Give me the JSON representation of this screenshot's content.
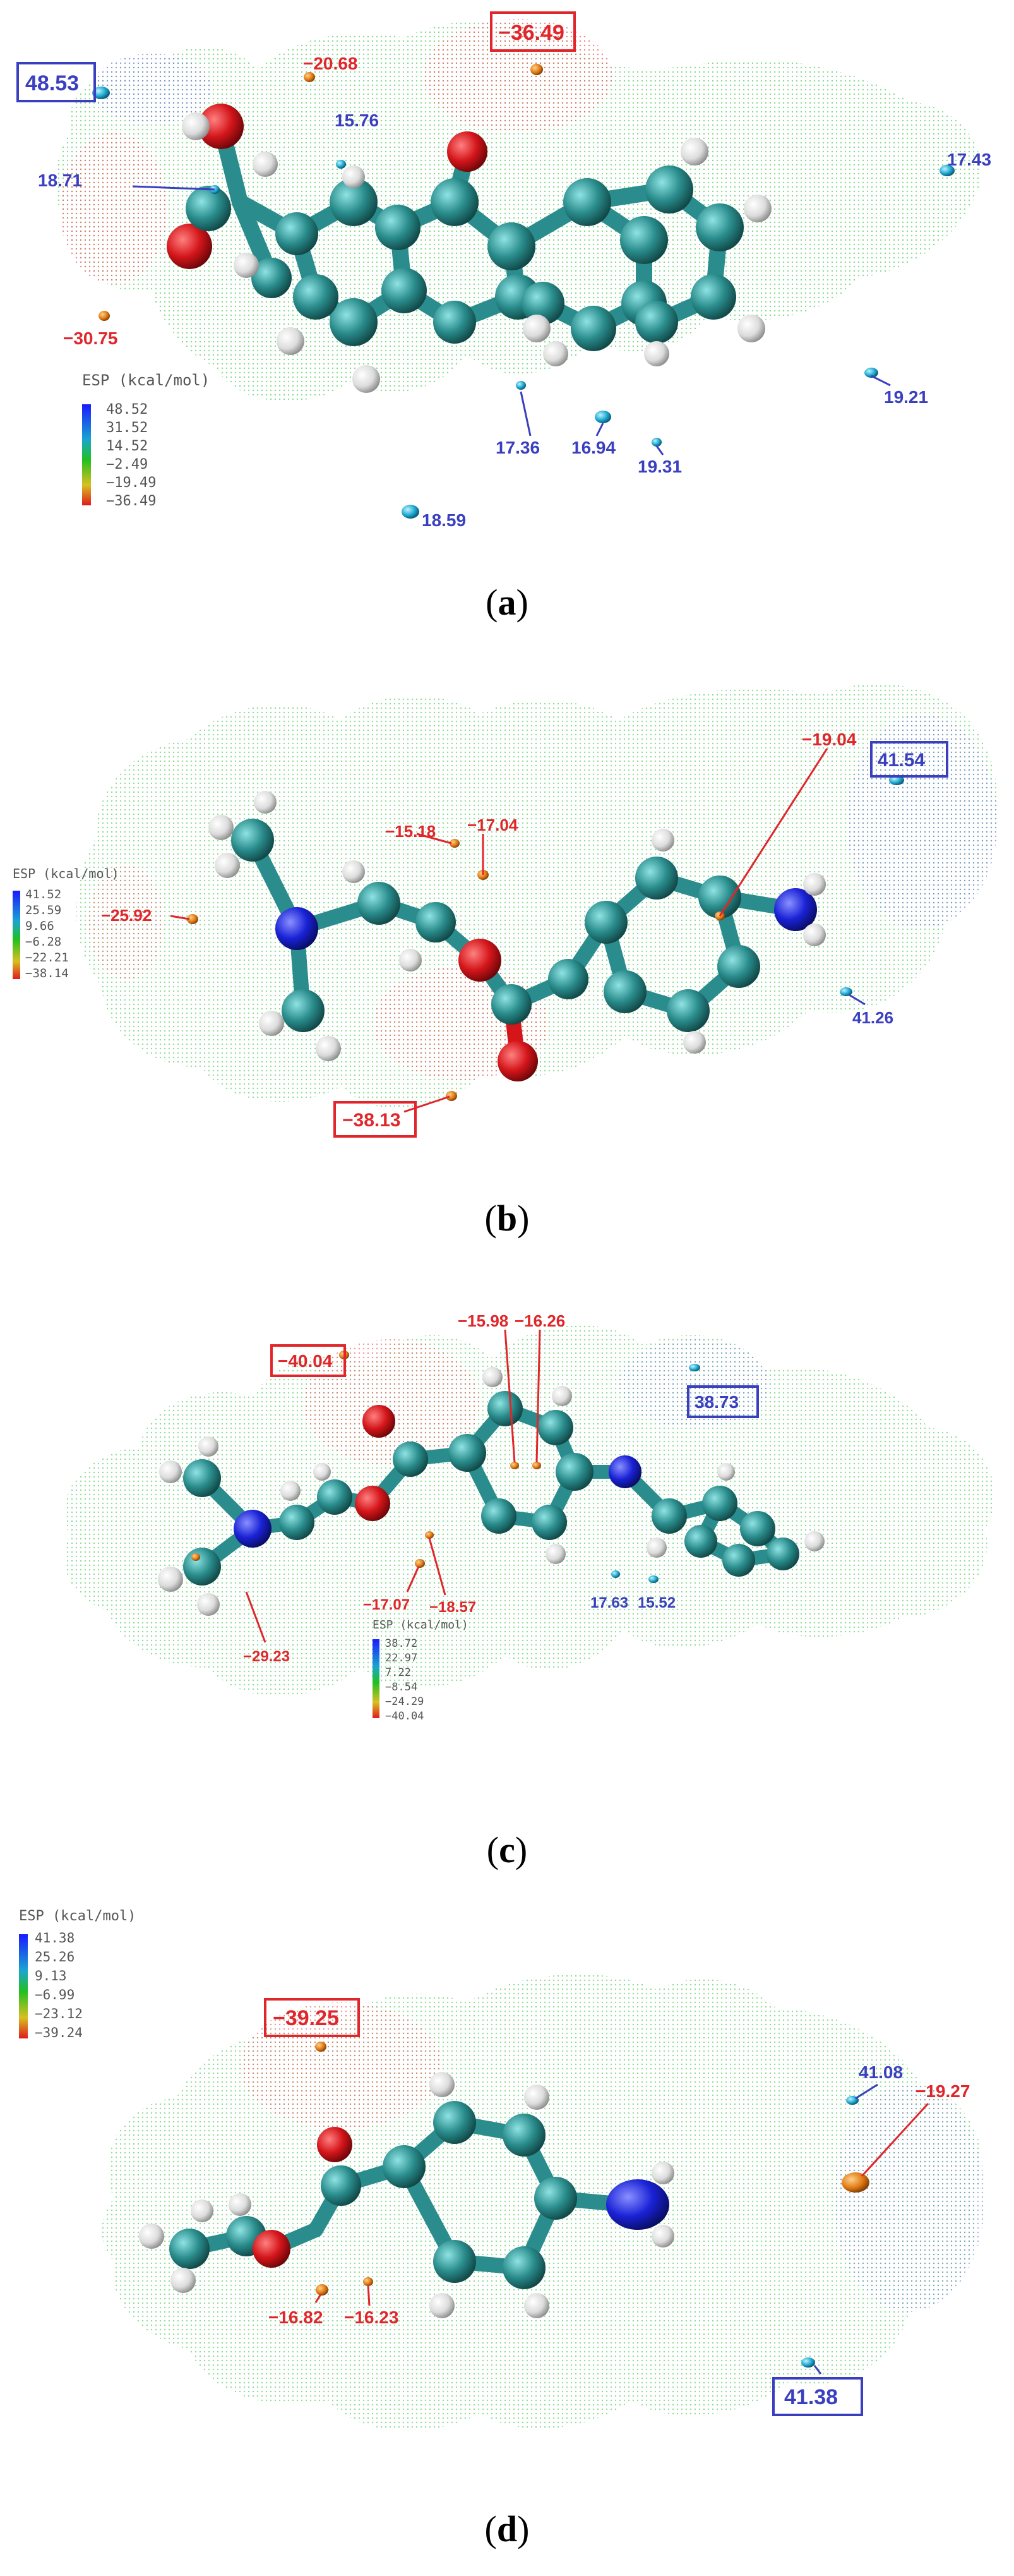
{
  "legend_title": "ESP (kcal/mol)",
  "colors": {
    "blue_label": "#3a3fbf",
    "red_label": "#e0262a",
    "carbon": "#2a8c8c",
    "oxygen": "#d4161b",
    "nitrogen": "#1a22d6",
    "hydrogen": "#e6e6e6"
  },
  "panels": [
    {
      "label": "a",
      "legend_ticks": [
        "48.52",
        "31.52",
        "14.52",
        "−2.49",
        "−19.49",
        "−36.49"
      ],
      "extrema": [
        {
          "text": "48.53",
          "kind": "max",
          "boxed": true
        },
        {
          "text": "−36.49",
          "kind": "min",
          "boxed": true
        },
        {
          "text": "−20.68",
          "kind": "min",
          "boxed": false
        },
        {
          "text": "15.76",
          "kind": "max",
          "boxed": false
        },
        {
          "text": "18.71",
          "kind": "max",
          "boxed": false
        },
        {
          "text": "17.43",
          "kind": "max",
          "boxed": false
        },
        {
          "text": "−30.75",
          "kind": "min",
          "boxed": false
        },
        {
          "text": "19.21",
          "kind": "max",
          "boxed": false
        },
        {
          "text": "17.36",
          "kind": "max",
          "boxed": false
        },
        {
          "text": "16.94",
          "kind": "max",
          "boxed": false
        },
        {
          "text": "19.31",
          "kind": "max",
          "boxed": false
        },
        {
          "text": "18.59",
          "kind": "max",
          "boxed": false
        }
      ]
    },
    {
      "label": "b",
      "legend_ticks": [
        "41.52",
        "25.59",
        "9.66",
        "−6.28",
        "−22.21",
        "−38.14"
      ],
      "extrema": [
        {
          "text": "−19.04",
          "kind": "min",
          "boxed": false
        },
        {
          "text": "41.54",
          "kind": "max",
          "boxed": true
        },
        {
          "text": "−15.18",
          "kind": "min",
          "boxed": false
        },
        {
          "text": "−17.04",
          "kind": "min",
          "boxed": false
        },
        {
          "text": "−25.92",
          "kind": "min",
          "boxed": false
        },
        {
          "text": "41.26",
          "kind": "max",
          "boxed": false
        },
        {
          "text": "−38.13",
          "kind": "min",
          "boxed": true
        }
      ]
    },
    {
      "label": "c",
      "legend_ticks": [
        "38.72",
        "22.97",
        "7.22",
        "−8.54",
        "−24.29",
        "−40.04"
      ],
      "extrema": [
        {
          "text": "−15.98",
          "kind": "min",
          "boxed": false
        },
        {
          "text": "−16.26",
          "kind": "min",
          "boxed": false
        },
        {
          "text": "−40.04",
          "kind": "min",
          "boxed": true
        },
        {
          "text": "38.73",
          "kind": "max",
          "boxed": true
        },
        {
          "text": "−17.07",
          "kind": "min",
          "boxed": false
        },
        {
          "text": "−18.57",
          "kind": "min",
          "boxed": false
        },
        {
          "text": "17.63",
          "kind": "max",
          "boxed": false
        },
        {
          "text": "15.52",
          "kind": "max",
          "boxed": false
        },
        {
          "text": "−29.23",
          "kind": "min",
          "boxed": false
        }
      ]
    },
    {
      "label": "d",
      "legend_ticks": [
        "41.38",
        "25.26",
        "9.13",
        "−6.99",
        "−23.12",
        "−39.24"
      ],
      "extrema": [
        {
          "text": "−39.25",
          "kind": "min",
          "boxed": true
        },
        {
          "text": "41.08",
          "kind": "max",
          "boxed": false
        },
        {
          "text": "−19.27",
          "kind": "min",
          "boxed": false
        },
        {
          "text": "−16.82",
          "kind": "min",
          "boxed": false
        },
        {
          "text": "−16.23",
          "kind": "min",
          "boxed": false
        },
        {
          "text": "41.38",
          "kind": "max",
          "boxed": true
        }
      ]
    }
  ]
}
